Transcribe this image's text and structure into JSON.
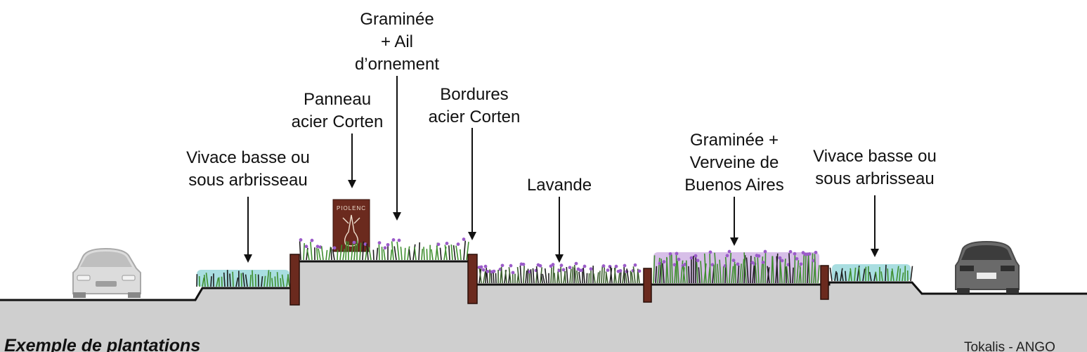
{
  "labels": {
    "vivace_left": [
      "Vivace basse ou",
      "sous arbrisseau"
    ],
    "panneau": [
      "Panneau",
      "acier Corten"
    ],
    "graminee_ail": [
      "Graminée",
      "+ Ail",
      "d’ornement"
    ],
    "bordures": [
      "Bordures",
      "acier Corten"
    ],
    "lavande": [
      "Lavande"
    ],
    "graminee_verveine": [
      "Graminée +",
      "Verveine de",
      "Buenos Aires"
    ],
    "vivace_right": [
      "Vivace basse ou",
      "sous arbrisseau"
    ]
  },
  "caption": "Exemple de plantations",
  "corner_note": "Tokalis - ANGO",
  "sign_text": "PIOLENC",
  "colors": {
    "ground": "#cfcfcf",
    "outline": "#111111",
    "corten": "#6b2a1e",
    "grass": "#3f8f2f",
    "purple": "#9b5bc9",
    "teal": "#62c2c8"
  }
}
